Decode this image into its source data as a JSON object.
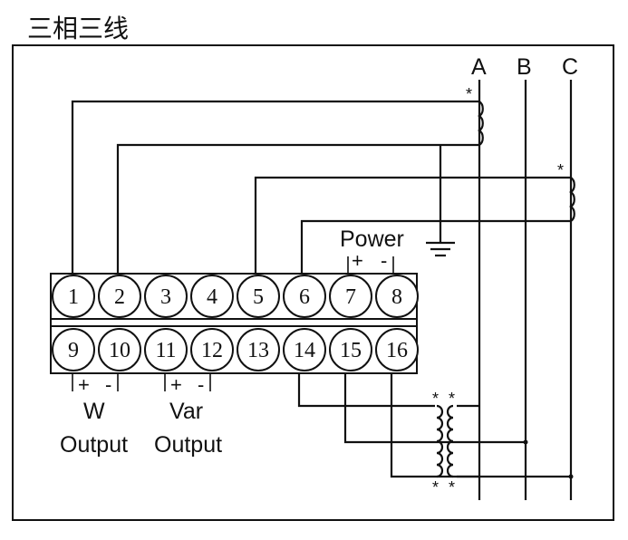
{
  "title": "三相三线",
  "phases": [
    "A",
    "B",
    "C"
  ],
  "terminals_top": [
    "1",
    "2",
    "3",
    "4",
    "5",
    "6",
    "7",
    "8"
  ],
  "terminals_bottom": [
    "9",
    "10",
    "11",
    "12",
    "13",
    "14",
    "15",
    "16"
  ],
  "power": {
    "label": "Power",
    "plus": "+",
    "minus": "-"
  },
  "outputs": [
    {
      "plus": "+",
      "minus": "-",
      "name": "W",
      "label": "Output"
    },
    {
      "plus": "+",
      "minus": "-",
      "name": "Var",
      "label": "Output"
    }
  ],
  "star": "*"
}
